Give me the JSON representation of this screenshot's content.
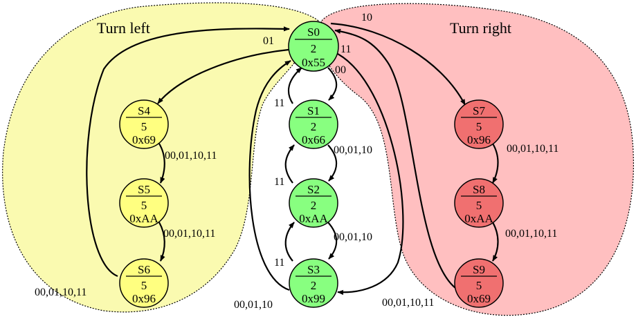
{
  "regions": {
    "turn_left": {
      "title": "Turn left",
      "color": "#fafab0"
    },
    "turn_right": {
      "title": "Turn right",
      "color": "#ffbfc0"
    }
  },
  "nodes": {
    "s0": {
      "name": "S0",
      "value": "2",
      "code": "0x55",
      "color": "#88ff80"
    },
    "s1": {
      "name": "S1",
      "value": "2",
      "code": "0x66",
      "color": "#88ff80"
    },
    "s2": {
      "name": "S2",
      "value": "2",
      "code": "0xAA",
      "color": "#88ff80"
    },
    "s3": {
      "name": "S3",
      "value": "2",
      "code": "0x99",
      "color": "#88ff80"
    },
    "s4": {
      "name": "S4",
      "value": "5",
      "code": "0x69",
      "color": "#ffff80"
    },
    "s5": {
      "name": "S5",
      "value": "5",
      "code": "0xAA",
      "color": "#ffff80"
    },
    "s6": {
      "name": "S6",
      "value": "5",
      "code": "0x96",
      "color": "#ffff80"
    },
    "s7": {
      "name": "S7",
      "value": "5",
      "code": "0x96",
      "color": "#f07070"
    },
    "s8": {
      "name": "S8",
      "value": "5",
      "code": "0xAA",
      "color": "#f07070"
    },
    "s9": {
      "name": "S9",
      "value": "5",
      "code": "0x69",
      "color": "#f07070"
    }
  },
  "edge_labels": {
    "s0_to_s4": "01",
    "s0_to_s7": "10",
    "s0_to_s3": "11",
    "s0_to_s1": "00",
    "s1_to_s0": "11",
    "s1_to_s2": "00,01,10",
    "s2_to_s1": "11",
    "s2_to_s3": "00,01,10",
    "s3_to_s2": "11",
    "s3_to_s0": "00,01,10",
    "s4_to_s5": "00,01,10,11",
    "s5_to_s6": "00,01,10,11",
    "s6_to_s0": "00,01,10,11",
    "s7_to_s8": "00,01,10,11",
    "s8_to_s9": "00,01,10,11",
    "s9_to_s0": "00,01,10,11"
  }
}
